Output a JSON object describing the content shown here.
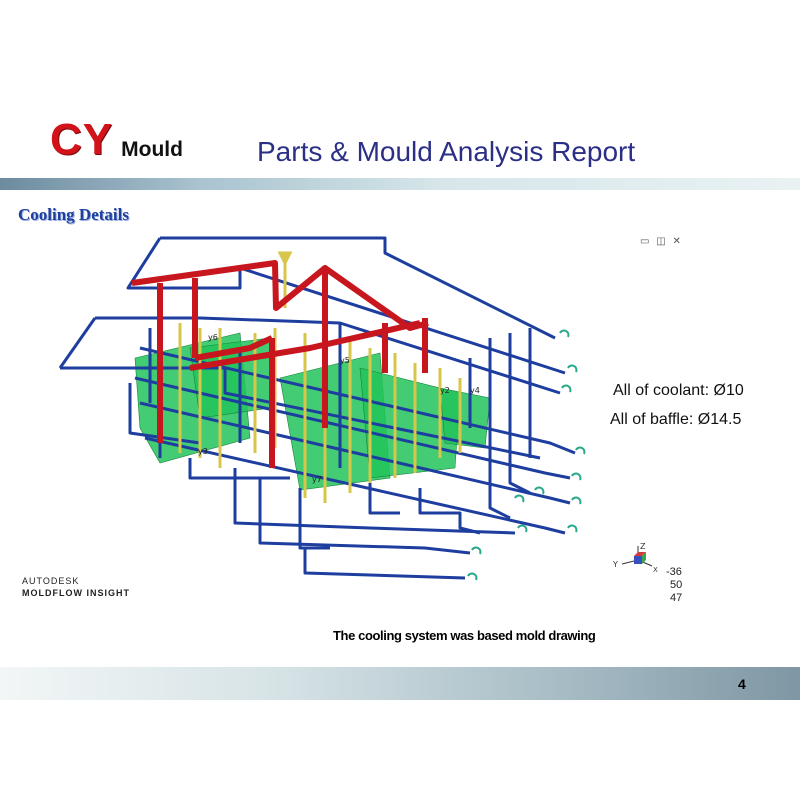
{
  "header": {
    "logo_main": "CY",
    "logo_sub": "Mould",
    "title": "Parts & Mould Analysis Report"
  },
  "section_title": "Cooling Details",
  "diagram": {
    "window_controls": "▭ ◫ ✕",
    "labels": [
      "y6",
      "y5",
      "y4",
      "y3",
      "y7",
      "y2"
    ],
    "colors": {
      "channel": "#1d3d9f",
      "manifold": "#c8161f",
      "part": "#22c35a",
      "baffle": "#d8c64a"
    }
  },
  "specs": {
    "coolant": "All of coolant: Ø10",
    "baffle": "All of baffle: Ø14.5"
  },
  "branding": {
    "line1": "AUTODESK",
    "line2": "MOLDFLOW INSIGHT"
  },
  "view_triad": {
    "axes": {
      "z": "Z",
      "y": "Y",
      "x": "X"
    },
    "values": [
      "-36",
      "50",
      "47"
    ]
  },
  "caption": "The cooling system was based mold drawing",
  "page_number": "4"
}
